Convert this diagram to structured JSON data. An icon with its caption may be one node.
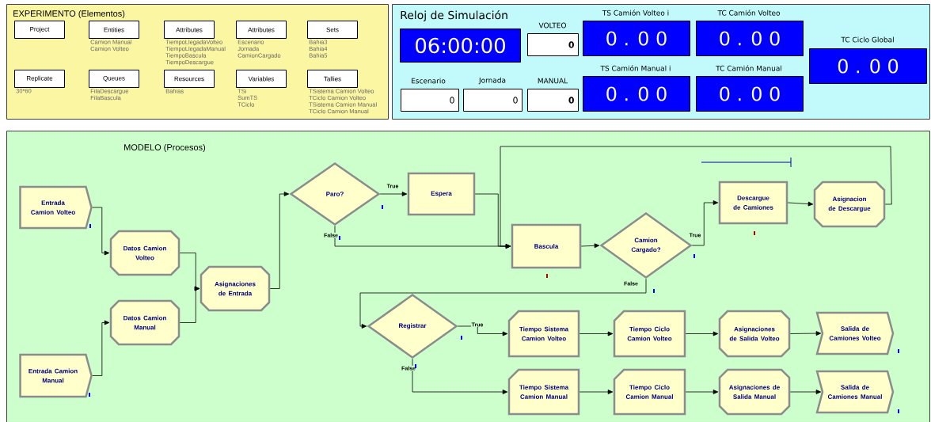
{
  "diagram": {
    "nodes": [
      {
        "text": [
          "EXPERIMENTO (Elementos)"
        ]
      },
      {
        "text": [
          "Project"
        ],
        "in": 0
      },
      {
        "text": [
          "Entities"
        ],
        "in": 0,
        "beside": [
          "Camion Manual",
          "Camion Volteo"
        ]
      },
      {
        "text": [
          "Attributes"
        ],
        "in": 0,
        "beside": [
          "TiempoLlegadaVolteo",
          "TiempoLlegadaManual",
          "TiempoBascula",
          "TiempoDescargue"
        ]
      },
      {
        "text": [
          "Attributes"
        ],
        "in": 0,
        "beside": [
          "Escenario",
          "Jornada",
          "CamionCargado"
        ]
      },
      {
        "text": [
          "Sets"
        ],
        "in": 0,
        "beside": [
          "Bahia3",
          "Bahia4",
          "Bahia5"
        ]
      },
      {
        "text": [
          "Replicate"
        ],
        "in": 0,
        "beside": [
          "30*60"
        ]
      },
      {
        "text": [
          "Queues"
        ],
        "in": 0,
        "beside": [
          "FilaDescargue",
          "FilaBascula"
        ]
      },
      {
        "text": [
          "Resources"
        ],
        "in": 0,
        "beside": [
          "Bahias"
        ]
      },
      {
        "text": [
          "Variables"
        ],
        "in": 0,
        "beside": [
          "TSi",
          "SumTS",
          "TCiclo"
        ]
      },
      {
        "text": [
          "Tallies"
        ],
        "in": 0,
        "beside": [
          "TSistema Camion Volteo",
          "TCiclo Camion Volteo",
          "TSistema Camion Manual",
          "TCiclo Camion Manual"
        ]
      },
      {
        "text": [],
        "shape": "box"
      },
      {
        "text": [
          "Reloj de Simulación",
          "06:00:00"
        ],
        "in": 11
      },
      {
        "text": [
          "VOLTEO",
          "0"
        ],
        "in": 11
      },
      {
        "text": [
          "TS Camión Volteo i",
          "0 . 0 0"
        ],
        "in": 11
      },
      {
        "text": [
          "TC Camión Volteo",
          "0 . 0 0"
        ],
        "in": 11
      },
      {
        "text": [
          "TC Ciclo Global",
          "0 . 0 0"
        ],
        "in": 11
      },
      {
        "text": [
          "Escenario",
          "0"
        ],
        "in": 11
      },
      {
        "text": [
          "Jornada",
          "0"
        ],
        "in": 11
      },
      {
        "text": [
          "MANUAL",
          "0"
        ],
        "in": 11
      },
      {
        "text": [
          "TS Camión Manual i",
          "0 . 0 0"
        ],
        "in": 11
      },
      {
        "text": [
          "TC Camión Manual",
          "0 . 0 0"
        ],
        "in": 11
      },
      {
        "text": [
          "MODELO (Procesos)"
        ]
      },
      {
        "text": [
          "Entrada Camion Volteo"
        ],
        "in": 22
      },
      {
        "text": [
          "Datos Camion Volteo"
        ],
        "in": 22
      },
      {
        "text": [
          "Datos Camion Manual"
        ],
        "in": 22
      },
      {
        "text": [
          "Entrada Camion Manual"
        ],
        "in": 22
      },
      {
        "text": [
          "Asignaciones de Entrada"
        ],
        "in": 22
      },
      {
        "text": [
          "Paro?"
        ],
        "in": 22
      },
      {
        "text": [
          "Espera"
        ],
        "in": 22
      },
      {
        "text": [
          "Bascula"
        ],
        "in": 22
      },
      {
        "text": [
          "Camion Cargado?"
        ],
        "in": 22
      },
      {
        "text": [
          "Descargue de Camiones"
        ],
        "in": 22
      },
      {
        "text": [
          "Asignacion de Descargue"
        ],
        "in": 22
      },
      {
        "text": [
          "Registrar"
        ],
        "in": 22
      },
      {
        "text": [
          "Tiempo Sistema Camion Volteo"
        ],
        "in": 22
      },
      {
        "text": [
          "Tiempo Ciclo Camion Volteo"
        ],
        "in": 22
      },
      {
        "text": [
          "Asignaciones de Salida Volteo"
        ],
        "in": 22
      },
      {
        "text": [
          "Salida de Camiones Volteo"
        ],
        "in": 22
      },
      {
        "text": [
          "Tiempo Sistema Camion Manual"
        ],
        "in": 22
      },
      {
        "text": [
          "Tiempo Ciclo Camion Manual"
        ],
        "in": 22
      },
      {
        "text": [
          "Asignaciones de Salida Manual"
        ],
        "in": 22
      },
      {
        "text": [
          "Salida de Camiones Manual"
        ],
        "in": 22
      }
    ],
    "edges": [
      {
        "from": 23,
        "to": 24,
        "arrow": "to"
      },
      {
        "from": 26,
        "to": 25,
        "arrow": "to"
      },
      {
        "from": 24,
        "to": 27,
        "arrow": "to"
      },
      {
        "from": 25,
        "to": 27,
        "arrow": "to"
      },
      {
        "from": 27,
        "to": 28,
        "arrow": "to"
      },
      {
        "from": 28,
        "to": 29,
        "arrow": "to",
        "label": "True"
      },
      {
        "from": 28,
        "to": 30,
        "arrow": "to",
        "label": "False"
      },
      {
        "from": 29,
        "to": 30,
        "arrow": "to"
      },
      {
        "from": 33,
        "to": 30,
        "arrow": "to"
      },
      {
        "from": 30,
        "to": 31,
        "arrow": "to"
      },
      {
        "from": 31,
        "to": 32,
        "arrow": "to",
        "label": "True"
      },
      {
        "from": 32,
        "to": 33,
        "arrow": "to"
      },
      {
        "from": 31,
        "to": 34,
        "arrow": "to",
        "label": "False"
      },
      {
        "from": 34,
        "to": 35,
        "arrow": "to",
        "label": "True"
      },
      {
        "from": 34,
        "to": 39,
        "arrow": "to",
        "label": "False"
      },
      {
        "from": 35,
        "to": 36,
        "arrow": "to"
      },
      {
        "from": 36,
        "to": 37,
        "arrow": "to"
      },
      {
        "from": 37,
        "to": 38,
        "arrow": "to"
      },
      {
        "from": 39,
        "to": 40,
        "arrow": "to"
      },
      {
        "from": 40,
        "to": 41,
        "arrow": "to"
      },
      {
        "from": 41,
        "to": 42,
        "arrow": "to"
      }
    ]
  }
}
